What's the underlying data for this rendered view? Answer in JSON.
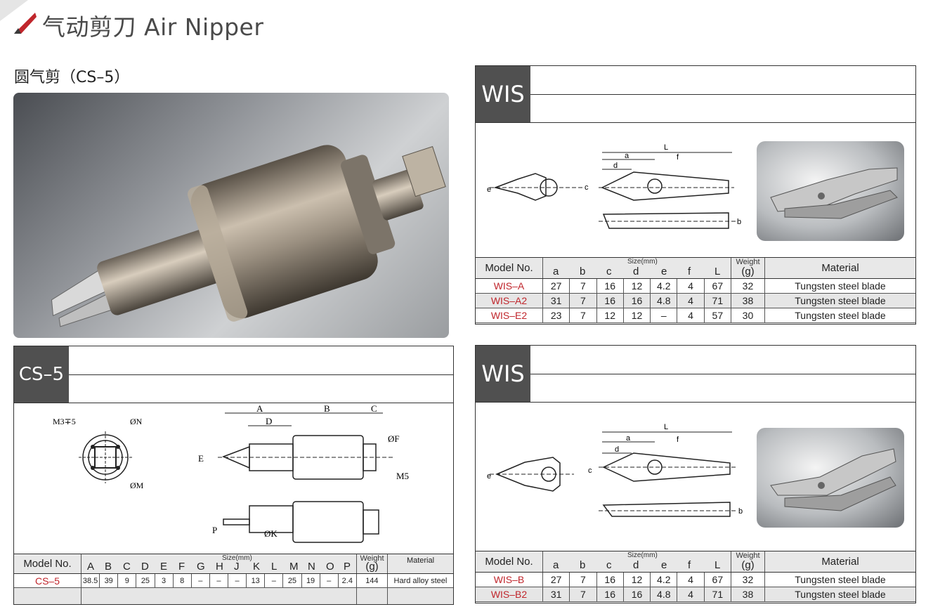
{
  "header": {
    "title": "气动剪刀  Air Nipper",
    "subtitle": "圆气剪（CS–5）"
  },
  "colors": {
    "accent_red": "#c0262c",
    "label_grey": "#505050",
    "table_grey": "#e6e6e6"
  },
  "cs5_panel": {
    "label": "CS–5",
    "drawing_labels": {
      "m3": "M3∓5",
      "n": "ØN",
      "m": "ØM",
      "a": "A",
      "b": "B",
      "c": "C",
      "d": "D",
      "e": "E",
      "f": "ØF",
      "m5": "M5",
      "p": "P",
      "k": "ØK"
    },
    "table": {
      "model_header": "Model No.",
      "size_header": "Size(mm)",
      "weight_header": "Weight",
      "weight_unit": "(g)",
      "material_header": "Material",
      "columns": [
        "A",
        "B",
        "C",
        "D",
        "E",
        "F",
        "G",
        "H",
        "J",
        "K",
        "L",
        "M",
        "N",
        "O",
        "P"
      ],
      "rows": [
        {
          "model": "CS–5",
          "values": [
            "38.5",
            "39",
            "9",
            "25",
            "3",
            "8",
            "–",
            "–",
            "–",
            "13",
            "–",
            "25",
            "19",
            "–",
            "2.4"
          ],
          "weight": "144",
          "material": "Hard alloy steel"
        }
      ]
    }
  },
  "wis_panel_1": {
    "label": "WIS",
    "drawing_labels": {
      "a": "a",
      "b": "b",
      "c": "c",
      "d": "d",
      "e": "e",
      "f": "f",
      "l": "L"
    },
    "table": {
      "model_header": "Model No.",
      "size_header": "Size(mm)",
      "weight_header": "Weight",
      "weight_unit": "(g)",
      "material_header": "Material",
      "columns": [
        "a",
        "b",
        "c",
        "d",
        "e",
        "f",
        "L"
      ],
      "rows": [
        {
          "model": "WIS–A",
          "values": [
            "27",
            "7",
            "16",
            "12",
            "4.2",
            "4",
            "67"
          ],
          "weight": "32",
          "material": "Tungsten steel blade"
        },
        {
          "model": "WIS–A2",
          "values": [
            "31",
            "7",
            "16",
            "16",
            "4.8",
            "4",
            "71"
          ],
          "weight": "38",
          "material": "Tungsten steel blade"
        },
        {
          "model": "WIS–E2",
          "values": [
            "23",
            "7",
            "12",
            "12",
            "–",
            "4",
            "57"
          ],
          "weight": "30",
          "material": "Tungsten steel blade"
        }
      ]
    }
  },
  "wis_panel_2": {
    "label": "WIS",
    "drawing_labels": {
      "a": "a",
      "b": "b",
      "c": "c",
      "d": "d",
      "e": "e",
      "f": "f",
      "l": "L"
    },
    "table": {
      "model_header": "Model No.",
      "size_header": "Size(mm)",
      "weight_header": "Weight",
      "weight_unit": "(g)",
      "material_header": "Material",
      "columns": [
        "a",
        "b",
        "c",
        "d",
        "e",
        "f",
        "L"
      ],
      "rows": [
        {
          "model": "WIS–B",
          "values": [
            "27",
            "7",
            "16",
            "12",
            "4.2",
            "4",
            "67"
          ],
          "weight": "32",
          "material": "Tungsten steel blade"
        },
        {
          "model": "WIS–B2",
          "values": [
            "31",
            "7",
            "16",
            "16",
            "4.8",
            "4",
            "71"
          ],
          "weight": "38",
          "material": "Tungsten steel blade"
        }
      ]
    }
  }
}
